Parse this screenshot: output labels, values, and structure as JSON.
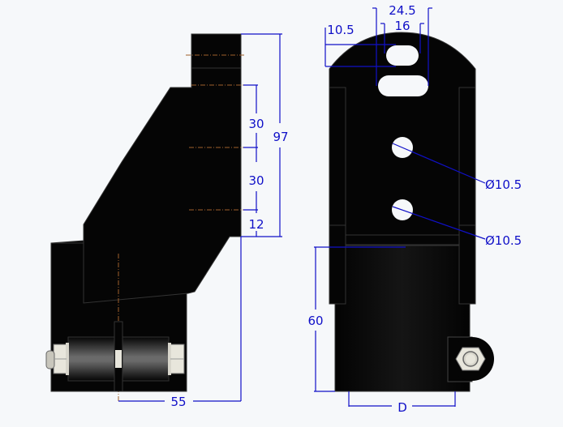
{
  "drawing": {
    "colors": {
      "background": "#f6f8fa",
      "part": "#050505",
      "outline": "#333333",
      "dimension": "#1010c8",
      "centerline": "#a0602a",
      "nut": "#e8e6dc"
    },
    "side_view": {
      "dims": {
        "total_height": "97",
        "hole_pitch_1": "30",
        "hole_pitch_2": "30",
        "bottom_offset": "12",
        "width": "55"
      }
    },
    "front_view": {
      "dims": {
        "slot_outer": "24.5",
        "slot_inner": "16",
        "top_offset": "10.5",
        "hole_dia_1": "Ø10.5",
        "hole_dia_2": "Ø10.5",
        "lower_height": "60",
        "tube_diameter": "D"
      }
    }
  }
}
